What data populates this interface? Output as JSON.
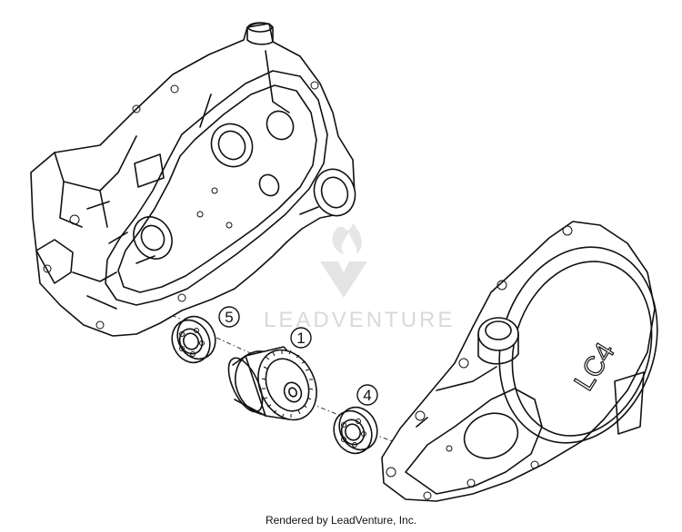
{
  "callouts": [
    {
      "id": "5",
      "part": "bearing-left"
    },
    {
      "id": "1",
      "part": "gear-assembly"
    },
    {
      "id": "4",
      "part": "bearing-right"
    }
  ],
  "cover_logo": "LC4",
  "watermark": {
    "text": "LEADVENTURE"
  },
  "footer": {
    "credit": "Rendered by LeadVenture, Inc."
  },
  "colors": {
    "line": "#111111",
    "watermark": "#d9d9d9",
    "background": "#ffffff"
  }
}
